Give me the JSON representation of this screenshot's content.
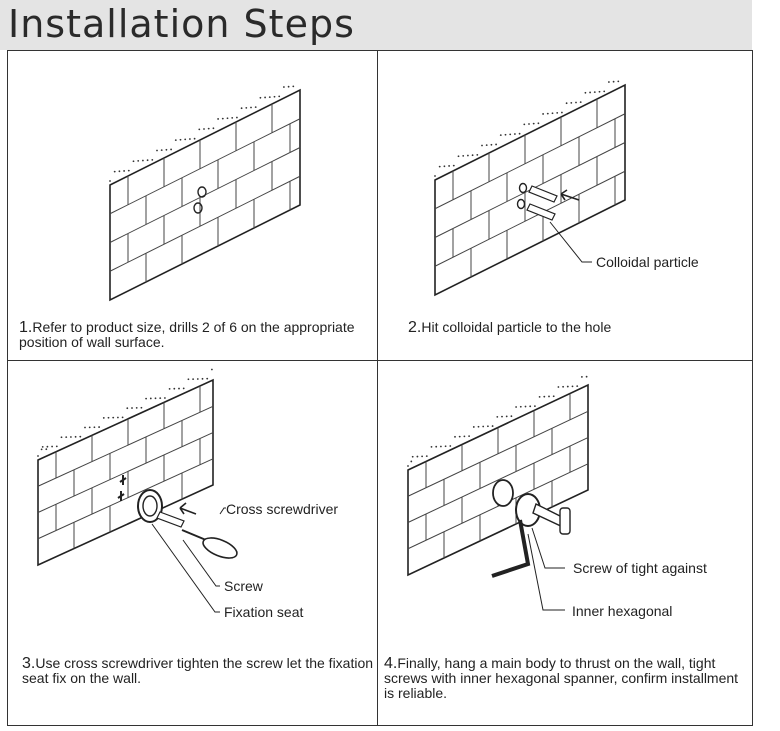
{
  "header": {
    "title": "Installation Steps"
  },
  "steps": [
    {
      "number": "1.",
      "text": "Refer to product size, drills 2 of  6 on the appropriate position of wall surface."
    },
    {
      "number": "2.",
      "text": "Hit colloidal particle to the hole"
    },
    {
      "number": "3.",
      "text": "Use cross screwdriver tighten the screw let the fixation seat fix on the wall."
    },
    {
      "number": "4.",
      "text": "Finally, hang a main body to thrust on the wall, tight screws with inner hexagonal spanner, confirm installment is reliable."
    }
  ],
  "callouts": {
    "colloidal": "Colloidal particle",
    "screwdriver": "Cross screwdriver",
    "screw": "Screw",
    "seat": "Fixation seat",
    "tight": "Screw of tight against",
    "hex": "Inner hexagonal"
  }
}
